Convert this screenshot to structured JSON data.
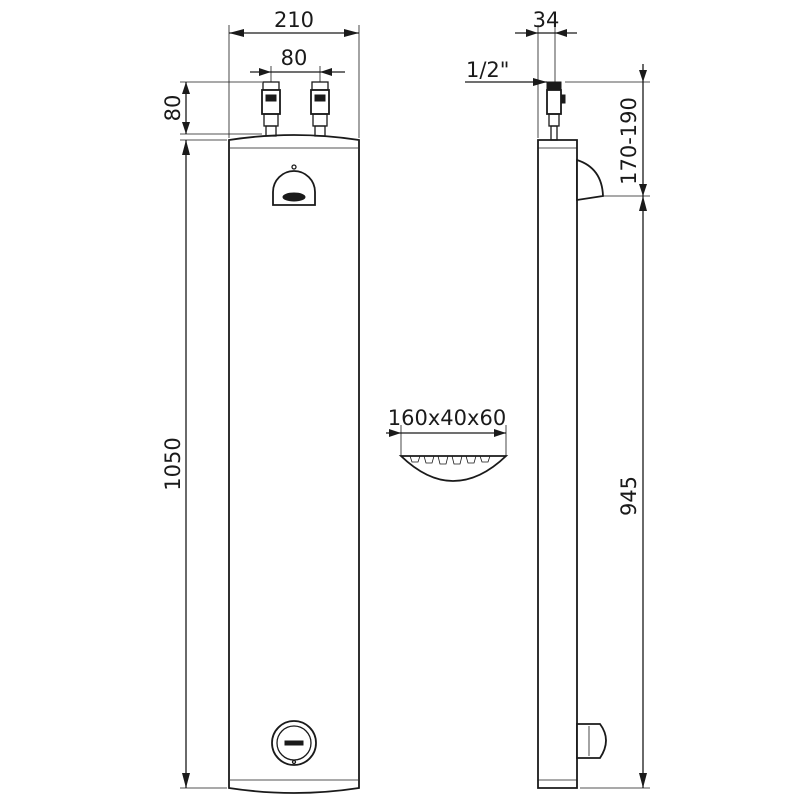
{
  "dimensions": {
    "total_width": "210",
    "inlet_spacing": "80",
    "inlet_height": "80",
    "panel_height": "1050",
    "panel_depth": "34",
    "connection_thread": "1/2\"",
    "outlet_height": "170-190",
    "control_height": "945",
    "shower_head_size": "160x40x60"
  }
}
